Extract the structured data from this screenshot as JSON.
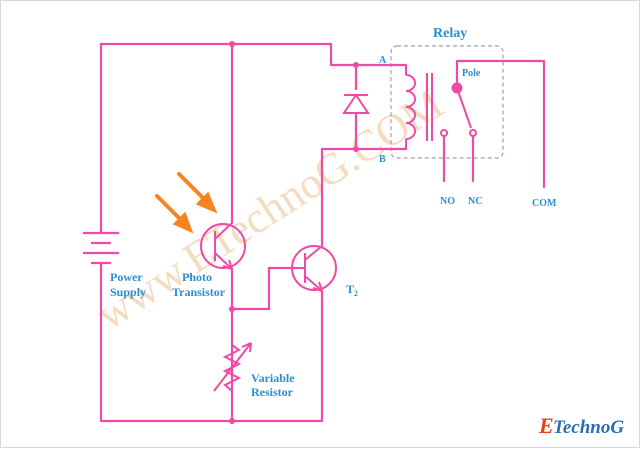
{
  "colors": {
    "wire": "#ee4aa6",
    "label": "#2b8fd0",
    "light_arrow": "#f7841f",
    "relay_box": "#9aa3b5",
    "brand_e": "#e8401c",
    "brand_text": "#2b6fb0",
    "watermark": "#f3dcc0"
  },
  "labels": {
    "relay": "Relay",
    "node_a": "A",
    "node_b": "B",
    "pole": "Pole",
    "no": "NO",
    "nc": "NC",
    "com": "COM",
    "power_supply_1": "Power",
    "power_supply_2": "Supply",
    "photo_transistor_1": "Photo",
    "photo_transistor_2": "Transistor",
    "t2_main": "T",
    "t2_sub": "2",
    "variable_resistor_1": "Variable",
    "variable_resistor_2": "Resistor"
  },
  "watermark": "www.ETechnoG.COM",
  "brand": {
    "e": "E",
    "rest": "TechnoG"
  }
}
